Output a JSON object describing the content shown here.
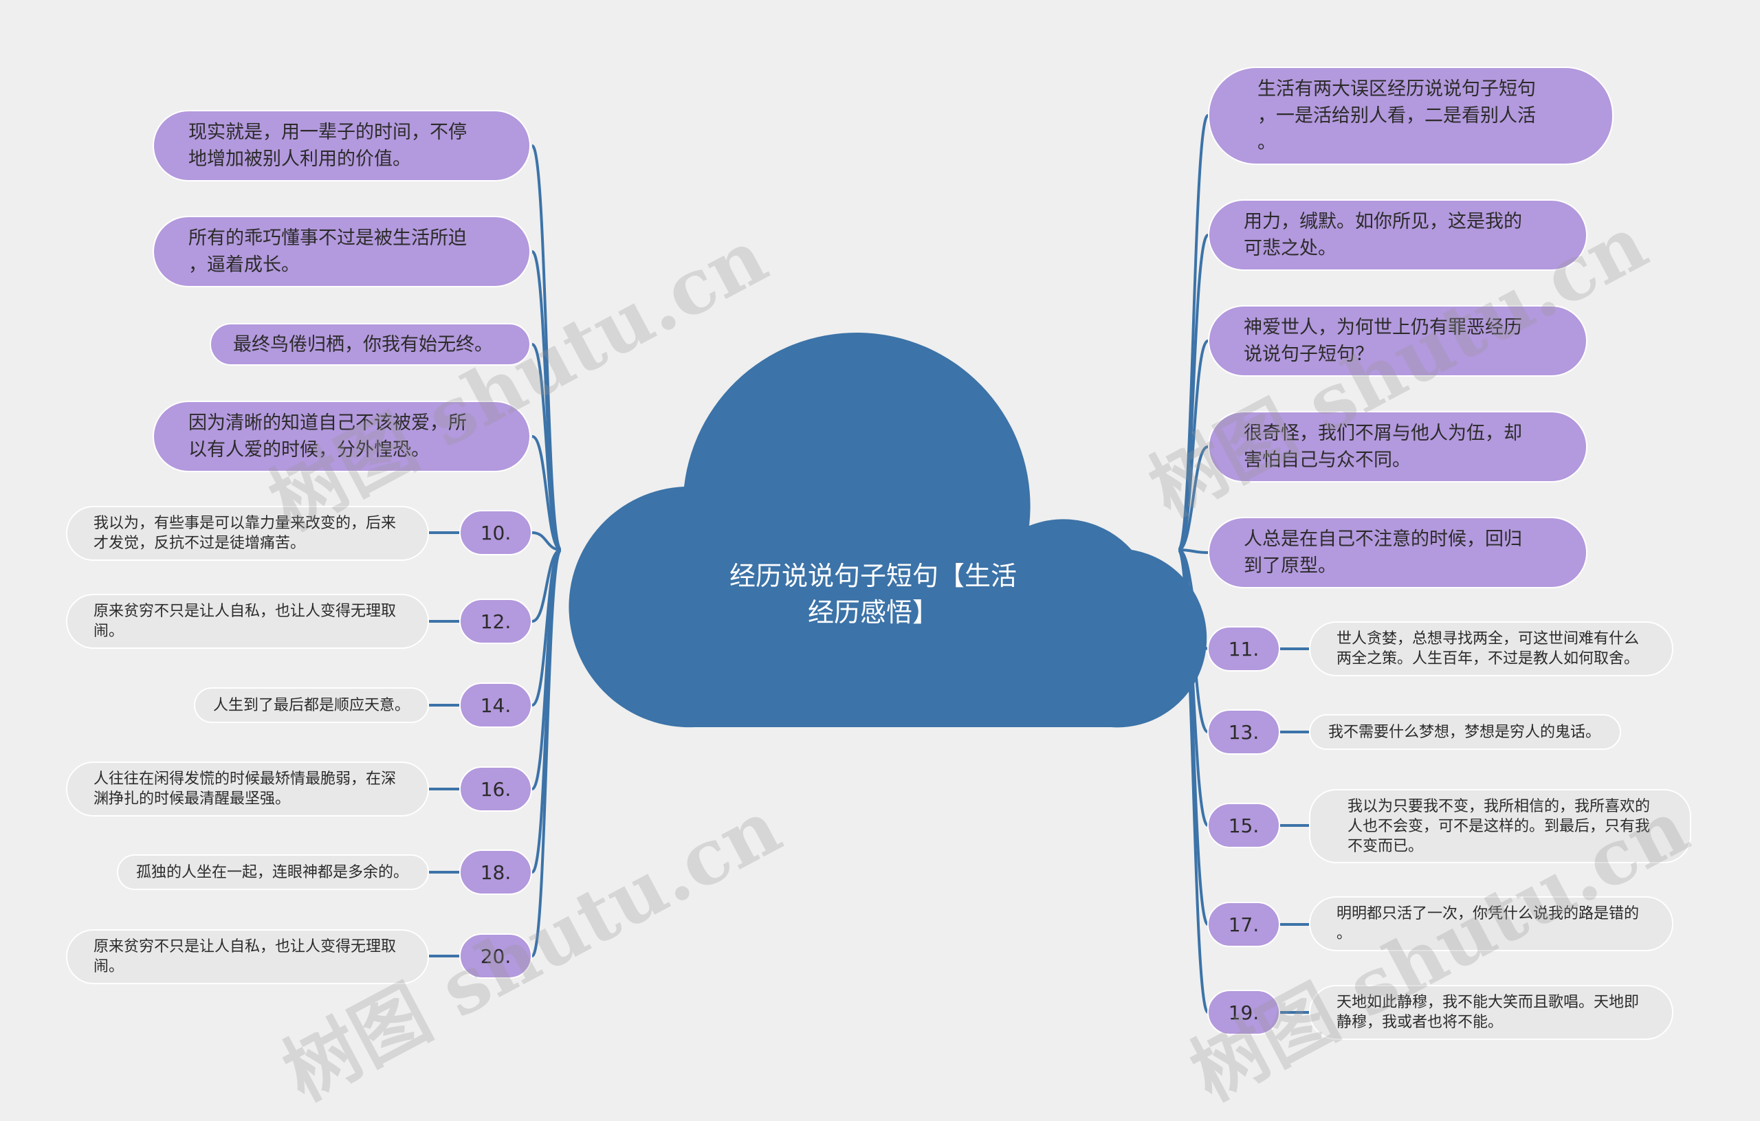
{
  "center": {
    "title": "经历说说句子短句【生活\n经历感悟】"
  },
  "watermarks": [
    "树图 shutu.cn",
    "树图 shutu.cn",
    "树图 shutu.cn",
    "树图 shutu.cn"
  ],
  "left_nodes": [
    "现实就是，用一辈子的时间，不停\n地增加被别人利用的价值。",
    "所有的乖巧懂事不过是被生活所迫\n，逼着成长。",
    "最终鸟倦归栖，你我有始无终。",
    "因为清晰的知道自己不该被爱，所\n以有人爱的时候，分外惶恐。"
  ],
  "right_nodes": [
    "生活有两大误区经历说说句子短句\n，一是活给别人看，二是看别人活\n。",
    "用力，缄默。如你所见，这是我的\n可悲之处。",
    "神爱世人，为何世上仍有罪恶经历\n说说句子短句？",
    "很奇怪，我们不屑与他人为伍，却\n害怕自己与众不同。",
    "人总是在自己不注意的时候，回归\n到了原型。"
  ],
  "left_numbered": [
    {
      "num": "10.",
      "text": "我以为，有些事是可以靠力量来改变的，后来\n才发觉，反抗不过是徒增痛苦。"
    },
    {
      "num": "12.",
      "text": "原来贫穷不只是让人自私，也让人变得无理取\n闹。"
    },
    {
      "num": "14.",
      "text": "人生到了最后都是顺应天意。"
    },
    {
      "num": "16.",
      "text": "人往往在闲得发慌的时候最矫情最脆弱，在深\n渊挣扎的时候最清醒最坚强。"
    },
    {
      "num": "18.",
      "text": "孤独的人坐在一起，连眼神都是多余的。"
    },
    {
      "num": "20.",
      "text": "原来贫穷不只是让人自私，也让人变得无理取\n闹。"
    }
  ],
  "right_numbered": [
    {
      "num": "11.",
      "text": "世人贪婪，总想寻找两全，可这世间难有什么\n两全之策。人生百年，不过是教人如何取舍。"
    },
    {
      "num": "13.",
      "text": "我不需要什么梦想，梦想是穷人的鬼话。"
    },
    {
      "num": "15.",
      "text": "我以为只要我不变，我所相信的，我所喜欢的\n人也不会变，可不是这样的。到最后，只有我\n不变而已。"
    },
    {
      "num": "17.",
      "text": "明明都只活了一次，你凭什么说我的路是错的\n。"
    },
    {
      "num": "19.",
      "text": "天地如此静穆，我不能大笑而且歌唱。天地即\n静穆，我或者也将不能。"
    }
  ],
  "colors": {
    "background": "#efefef",
    "cloud": "#3c73a8",
    "purple": "#b399dd",
    "leaf": "#e8e8e8",
    "link": "#3c73a8"
  }
}
